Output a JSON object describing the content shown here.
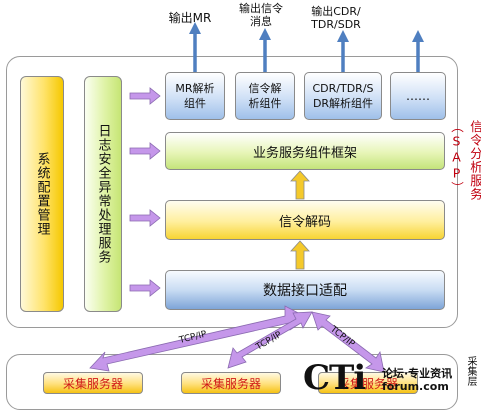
{
  "outputs": {
    "mr": "输出MR",
    "signaling_line1": "输出信令",
    "signaling_line2": "消息",
    "cdr_line1": "输出CDR/",
    "cdr_line2": "TDR/SDR"
  },
  "components": {
    "mr_line1": "MR解析",
    "mr_line2": "组件",
    "sig_line1": "信令解",
    "sig_line2": "析组件",
    "cdr_line1": "CDR/TDR/S",
    "cdr_line2": "DR解析组件",
    "more": "……"
  },
  "left": {
    "system_mgmt": "系统配置管理",
    "log_security": "日志安全异常处理服务"
  },
  "layers": {
    "framework": "业务服务组件框架",
    "decode": "信令解码",
    "adapter": "数据接口适配"
  },
  "sap_label": "信令分析服务（SAP）",
  "collector_label": "采集层",
  "collectors": [
    "采集服务器",
    "采集服务器",
    "采集服务器"
  ],
  "tcp_label": "TCP/IP",
  "watermark": {
    "logo": "CTi",
    "line1": "论坛·专业资讯",
    "line2": "forum.com"
  },
  "colors": {
    "arrow_blue": "#4f7fc0",
    "arrow_purple": "#c597ea",
    "sap_red": "#c0000f"
  }
}
